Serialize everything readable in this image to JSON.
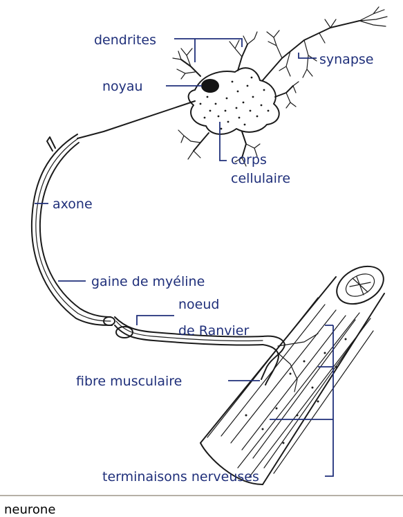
{
  "labels": {
    "dendrites": "dendrites",
    "synapse": "synapse",
    "noyau": "noyau",
    "corps_line1": "corps",
    "corps_line2": "cellulaire",
    "axone": "axone",
    "gaine": "gaine de myéline",
    "noeud_line1": "noeud",
    "noeud_line2": "de Ranvier",
    "fibre": "fibre musculaire",
    "terminaisons": "terminaisons nerveuses"
  },
  "caption": "neurone",
  "colors": {
    "label": "#1f2f7a",
    "ink": "#1a1a1a",
    "divider": "#b5b0a6",
    "background": "#ffffff"
  }
}
